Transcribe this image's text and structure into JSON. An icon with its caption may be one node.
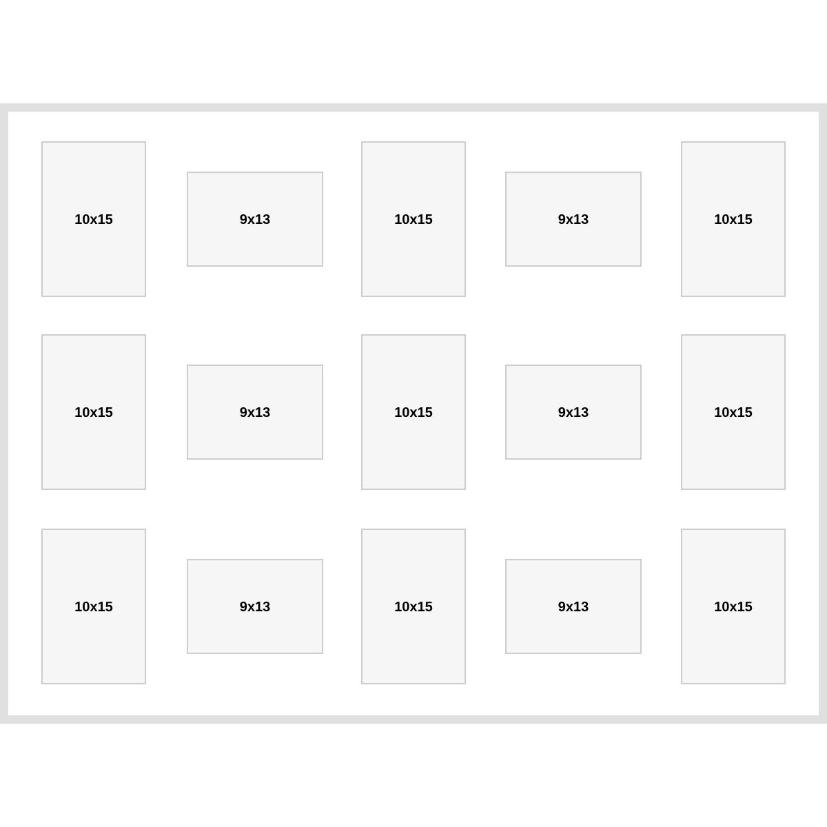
{
  "diagram": {
    "nodes": [
      {
        "text": [
          "10x15"
        ]
      },
      {
        "text": [
          "9x13"
        ]
      },
      {
        "text": [
          "10x15"
        ]
      },
      {
        "text": [
          "9x13"
        ]
      },
      {
        "text": [
          "10x15"
        ]
      },
      {
        "text": [
          "10x15"
        ]
      },
      {
        "text": [
          "9x13"
        ]
      },
      {
        "text": [
          "10x15"
        ]
      },
      {
        "text": [
          "9x13"
        ]
      },
      {
        "text": [
          "10x15"
        ]
      },
      {
        "text": [
          "10x15"
        ]
      },
      {
        "text": [
          "9x13"
        ]
      },
      {
        "text": [
          "10x15"
        ]
      },
      {
        "text": [
          "9x13"
        ]
      },
      {
        "text": [
          "10x15"
        ]
      }
    ]
  }
}
